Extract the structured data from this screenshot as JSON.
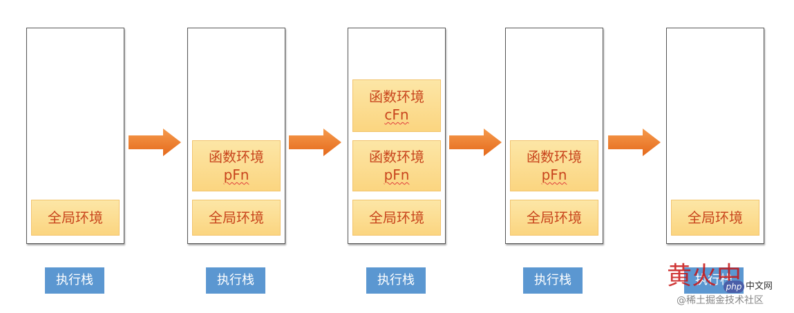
{
  "stacks": [
    {
      "frames": [
        {
          "main": "全局环境",
          "sub": ""
        }
      ],
      "label": "执行栈"
    },
    {
      "frames": [
        {
          "main": "函数环境",
          "sub": "pFn"
        },
        {
          "main": "全局环境",
          "sub": ""
        }
      ],
      "label": "执行栈"
    },
    {
      "frames": [
        {
          "main": "函数环境",
          "sub": "cFn"
        },
        {
          "main": "函数环境",
          "sub": "pFn"
        },
        {
          "main": "全局环境",
          "sub": ""
        }
      ],
      "label": "执行栈"
    },
    {
      "frames": [
        {
          "main": "函数环境",
          "sub": "pFn"
        },
        {
          "main": "全局环境",
          "sub": ""
        }
      ],
      "label": "执行栈"
    },
    {
      "frames": [
        {
          "main": "全局环境",
          "sub": ""
        }
      ],
      "label": "执行栈"
    }
  ],
  "watermark": {
    "big_text": "黄火中",
    "php_badge": "php",
    "site_text": "中文网",
    "footer_text": "@稀土掘金技术社区"
  },
  "colors": {
    "frame_fill": "#fbd580",
    "frame_text": "#c8451d",
    "label_fill": "#5b97d1",
    "arrow_fill": "#ef7d2b"
  }
}
